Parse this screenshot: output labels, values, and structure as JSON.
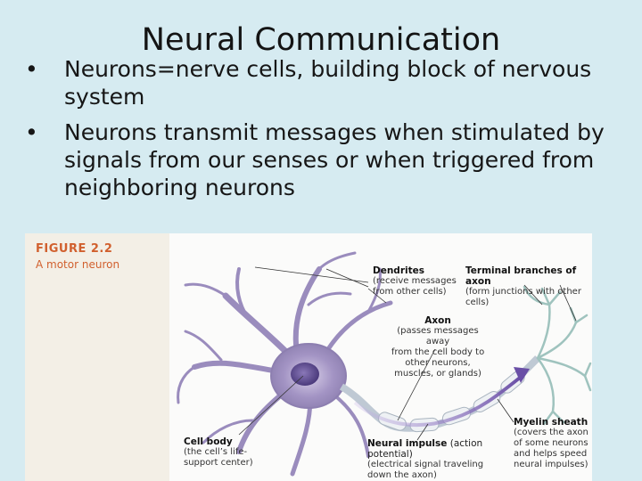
{
  "slide": {
    "title": "Neural Communication",
    "bullets": [
      "Neurons=nerve cells, building block of nervous system",
      "Neurons transmit messages when stimulated by signals from our senses or when triggered from neighboring neurons"
    ]
  },
  "figure": {
    "number": "FIGURE 2.2",
    "caption": "A motor neuron",
    "labels": {
      "dendrites": {
        "title": "Dendrites",
        "desc": [
          "(receive messages",
          "from other cells)"
        ]
      },
      "terminal": {
        "title": "Terminal branches of axon",
        "desc": [
          "(form junctions with other cells)"
        ]
      },
      "axon": {
        "title": "Axon",
        "desc": [
          "(passes messages away",
          "from the cell body to",
          "other neurons,",
          "muscles, or glands)"
        ]
      },
      "myelin": {
        "title": "Myelin sheath",
        "desc": [
          "(covers the axon",
          "of some neurons",
          "and helps speed",
          "neural impulses)"
        ]
      },
      "cellbody": {
        "title": "Cell body",
        "desc": [
          "(the cell’s life-",
          "support center)"
        ]
      },
      "impulse": {
        "title": "Neural impulse",
        "title_suffix": "(action potential)",
        "desc": [
          "(electrical signal traveling",
          "down the axon)"
        ]
      }
    },
    "colors": {
      "cell": "#8d7fb0",
      "nucleus": "#5e4c8e",
      "axon_terminal": "#9fc3be",
      "arrow": "#6a4fa6",
      "caption": "#d1602e"
    }
  }
}
